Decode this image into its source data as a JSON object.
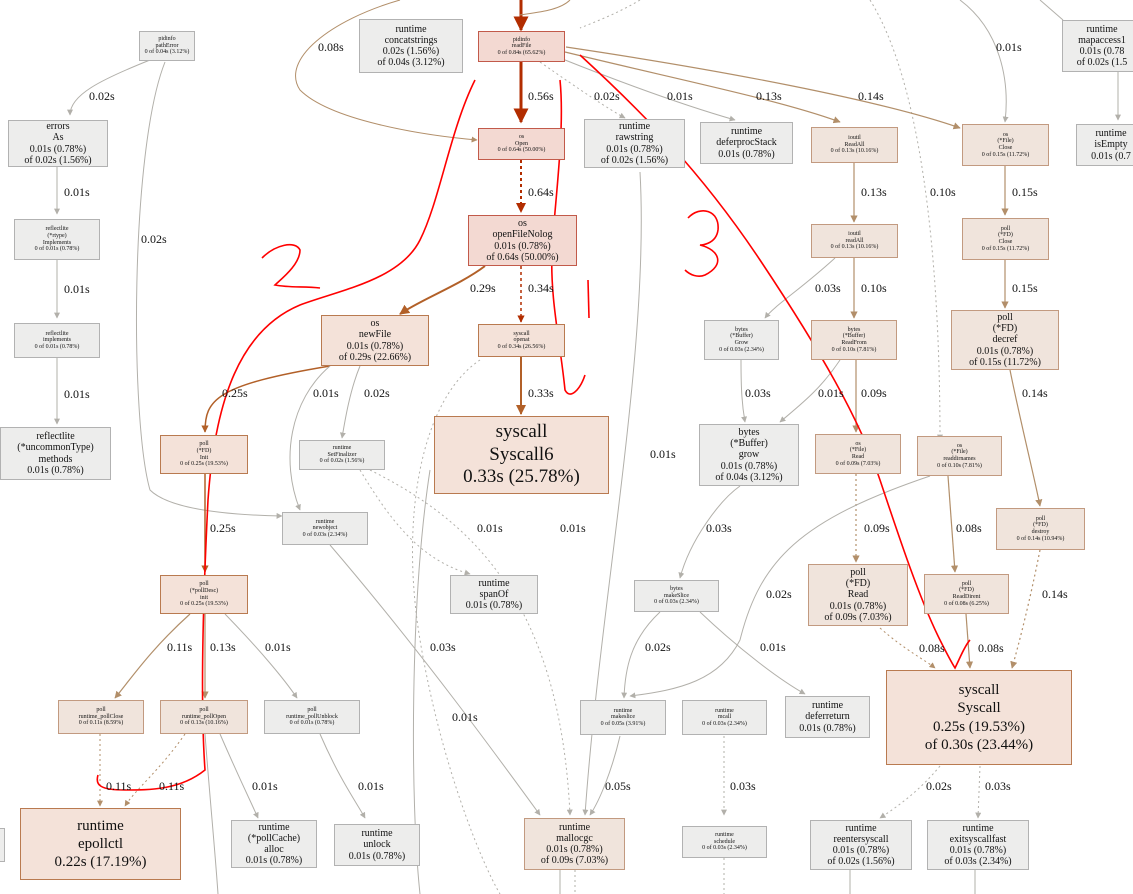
{
  "nodes": {
    "pidinfo_pathError": [
      "pidinfo",
      "pathError",
      "0 of 0.04s (3.12%)"
    ],
    "runtime_concatstrings": [
      "runtime",
      "concatstrings",
      "0.02s (1.56%)",
      "of 0.04s (3.12%)"
    ],
    "pidinfo_readFile": [
      "pidinfo",
      "readFile",
      "0 of 0.84s (65.62%)"
    ],
    "runtime_mapaccess1": [
      "runtime",
      "mapaccess1",
      "0.01s (0.78",
      "of 0.02s (1.5"
    ],
    "errors_As": [
      "errors",
      "As",
      "0.01s (0.78%)",
      "of 0.02s (1.56%)"
    ],
    "os_Open": [
      "os",
      "Open",
      "0 of 0.64s (50.00%)"
    ],
    "runtime_rawstring": [
      "runtime",
      "rawstring",
      "0.01s (0.78%)",
      "of 0.02s (1.56%)"
    ],
    "runtime_deferprocStack": [
      "runtime",
      "deferprocStack",
      "0.01s (0.78%)"
    ],
    "ioutil_ReadAll_1": [
      "ioutil",
      "ReadAll",
      "0 of 0.13s (10.16%)"
    ],
    "os_File_Close": [
      "os",
      "(*File)",
      "Close",
      "0 of 0.15s (11.72%)"
    ],
    "runtime_isEmpty": [
      "runtime",
      "isEmpty",
      "0.01s (0.7"
    ],
    "reflectlite_type_Implements": [
      "reflectlite",
      "(*rtype)",
      "Implements",
      "0 of 0.01s (0.78%)"
    ],
    "os_openFileNolog": [
      "os",
      "openFileNolog",
      "0.01s (0.78%)",
      "of 0.64s (50.00%)"
    ],
    "ioutil_readAll": [
      "ioutil",
      "readAll",
      "0 of 0.13s (10.16%)"
    ],
    "poll_FD_Close": [
      "poll",
      "(*FD)",
      "Close",
      "0 of 0.15s (11.72%)"
    ],
    "reflectlite_implements": [
      "reflectlite",
      "implements",
      "0 of 0.01s (0.78%)"
    ],
    "os_newFile": [
      "os",
      "newFile",
      "0.01s (0.78%)",
      "of 0.29s (22.66%)"
    ],
    "syscall_openat": [
      "syscall",
      "openat",
      "0 of 0.34s (26.56%)"
    ],
    "bytes_Buffer_Grow": [
      "bytes",
      "(*Buffer)",
      "Grow",
      "0 of 0.03s (2.34%)"
    ],
    "bytes_Buffer_ReadFrom": [
      "bytes",
      "(*Buffer)",
      "ReadFrom",
      "0 of 0.10s (7.81%)"
    ],
    "poll_FD_decref": [
      "poll",
      "(*FD)",
      "decref",
      "0.01s (0.78%)",
      "of 0.15s (11.72%)"
    ],
    "reflectlite_uncommonType_methods": [
      "reflectlite",
      "(*uncommonType)",
      "methods",
      "0.01s (0.78%)"
    ],
    "poll_FD_Init": [
      "poll",
      "(*FD)",
      "Init",
      "0 of 0.25s (19.53%)"
    ],
    "runtime_SetFinalizer": [
      "runtime",
      "SetFinalizer",
      "0 of 0.02s (1.56%)"
    ],
    "syscall_Syscall6": [
      "syscall",
      "Syscall6",
      "0.33s (25.78%)"
    ],
    "bytes_Buffer_grow": [
      "bytes",
      "(*Buffer)",
      "grow",
      "0.01s (0.78%)",
      "of 0.04s (3.12%)"
    ],
    "os_File_Read": [
      "os",
      "(*File)",
      "Read",
      "0 of 0.09s (7.03%)"
    ],
    "os_File_readdirnames": [
      "os",
      "(*File)",
      "readdirnames",
      "0 of 0.10s (7.81%)"
    ],
    "runtime_newobject": [
      "runtime",
      "newobject",
      "0 of 0.03s (2.34%)"
    ],
    "poll_FD_destroy": [
      "poll",
      "(*FD)",
      "destroy",
      "0 of 0.14s (10.94%)"
    ],
    "runtime_spanOf": [
      "runtime",
      "spanOf",
      "0.01s (0.78%)"
    ],
    "poll_pollDesc_init": [
      "poll",
      "(*pollDesc)",
      "init",
      "0 of 0.25s (19.53%)"
    ],
    "bytes_makeSlice": [
      "bytes",
      "makeSlice",
      "0 of 0.03s (2.34%)"
    ],
    "poll_FD_Read": [
      "poll",
      "(*FD)",
      "Read",
      "0.01s (0.78%)",
      "of 0.09s (7.03%)"
    ],
    "poll_FD_ReadDirent": [
      "poll",
      "(*FD)",
      "ReadDirent",
      "0 of 0.08s (6.25%)"
    ],
    "syscall_Syscall": [
      "syscall",
      "Syscall",
      "0.25s (19.53%)",
      "of 0.30s (23.44%)"
    ],
    "poll_runtime_pollClose": [
      "poll",
      "runtime_pollClose",
      "0 of 0.11s (8.59%)"
    ],
    "poll_runtime_pollOpen": [
      "poll",
      "runtime_pollOpen",
      "0 of 0.13s (10.16%)"
    ],
    "poll_runtime_pollUnblock": [
      "poll",
      "runtime_pollUnblock",
      "0 of 0.01s (0.78%)"
    ],
    "runtime_makeslice": [
      "runtime",
      "makeslice",
      "0 of 0.05s (3.91%)"
    ],
    "runtime_mcall": [
      "runtime",
      "mcall",
      "0 of 0.03s (2.34%)"
    ],
    "runtime_deferreturn": [
      "runtime",
      "deferreturn",
      "0.01s (0.78%)"
    ],
    "runtime_epollctl": [
      "runtime",
      "epollctl",
      "0.22s (17.19%)"
    ],
    "runtime_pollCache_alloc": [
      "runtime",
      "(*pollCache)",
      "alloc",
      "0.01s (0.78%)"
    ],
    "runtime_unlock": [
      "runtime",
      "unlock",
      "0.01s (0.78%)"
    ],
    "runtime_mallocgc": [
      "runtime",
      "mallocgc",
      "0.01s (0.78%)",
      "of 0.09s (7.03%)"
    ],
    "runtime_schedule": [
      "runtime",
      "schedule",
      "0 of 0.03s (2.34%)"
    ],
    "runtime_reentersyscall": [
      "runtime",
      "reentersyscall",
      "0.01s (0.78%)",
      "of 0.02s (1.56%)"
    ],
    "runtime_exitsyscallfast": [
      "runtime",
      "exitsyscallfast",
      "0.01s (0.78%)",
      "of 0.03s (2.34%)"
    ]
  },
  "edges": {
    "e_readFile_Open": "0.56s",
    "e_readFile_rawstring": "0.02s",
    "e_readFile_deferproc": "0.01s",
    "e_readFile_ReadAll": "0.13s",
    "e_readFile_Close": "0.14s",
    "e_top_Open": "0.08s",
    "e_pathError_As": "0.02s",
    "e_mapaccess": "0.01s",
    "e_As_implements": "0.01s",
    "e_impl_impl": "0.01s",
    "e_impl_methods": "0.01s",
    "e_pathError_newobject": "0.02s",
    "e_Open_openFileNolog": "0.64s",
    "e_openFileNolog_newFile": "0.29s",
    "e_openFileNolog_openat": "0.34s",
    "e_ReadAll_readAll": "0.13s",
    "e_readAll_Grow": "0.03s",
    "e_readAll_ReadFrom": "0.10s",
    "e_readdirnames_top": "0.10s",
    "e_Close_FDClose": "0.15s",
    "e_FDClose_decref": "0.15s",
    "e_decref_destroy": "0.14s",
    "e_newFile_Init": "0.25s",
    "e_newFile_newobject": "0.01s",
    "e_newFile_SetFinalizer": "0.02s",
    "e_openat_Syscall6": "0.33s",
    "e_Grow_grow": "0.03s",
    "e_ReadFrom_grow": "0.01s",
    "e_ReadFrom_Read": "0.09s",
    "e_rawstring_mallocgc": "0.01s",
    "e_Init_pollDescInit": "0.25s",
    "e_SetFinalizer_spanOf": "0.01s",
    "e_SetFinalizer_mallocgc": "0.01s",
    "e_grow_makeSlice": "0.03s",
    "e_Read_FDRead": "0.09s",
    "e_readdirnames_ReadDirent": "0.08s",
    "e_destroy_Syscall": "0.14s",
    "e_readdirnames_makeslice": "0.02s",
    "e_pdinit_pollClose": "0.11s",
    "e_pdinit_pollOpen": "0.13s",
    "e_pdinit_pollUnblock": "0.01s",
    "e_newobject_mallocgc": "0.03s",
    "e_makeSlice_makeslice": "0.02s",
    "e_makeSlice_deferreturn": "0.01s",
    "e_FDRead_Syscall": "0.08s",
    "e_ReadDirent_Syscall": "0.08s",
    "e_spanOf_makeslice": "0.01s",
    "e_pollClose_epollctl": "0.11s",
    "e_pollOpen_epollctl": "0.11s",
    "e_pollOpen_alloc": "0.01s",
    "e_pollUnblock_unlock": "0.01s",
    "e_makeslice_mallocgc": "0.05s",
    "e_mcall_schedule": "0.03s",
    "e_Syscall_reenter": "0.02s",
    "e_Syscall_exitfast": "0.03s"
  },
  "annotations": {
    "mark_1": "1",
    "mark_2": "2",
    "mark_3": "3"
  },
  "colors": {
    "hot_edge": "#b22d00",
    "warm_edge": "#b26028",
    "mild_edge": "#b28f6a",
    "cold_edge": "#b2b0aa",
    "hot_node": "#f3d9d2",
    "neutral_node": "#ededec",
    "pen_annotation": "#ff0000"
  }
}
